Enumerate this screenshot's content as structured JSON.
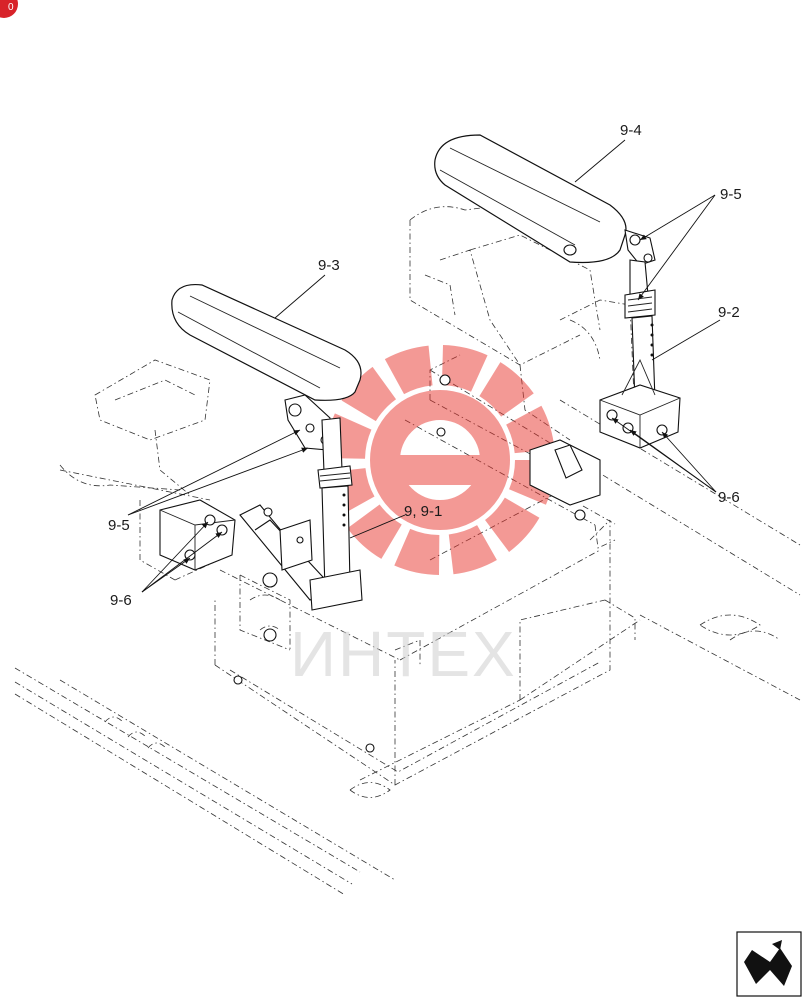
{
  "labels": {
    "l94": "9-4",
    "l95a": "9-5",
    "l93": "9-3",
    "l92": "9-2",
    "l95b": "9-5",
    "l991": "9, 9-1",
    "l96a": "9-6",
    "l96b": "9-6"
  },
  "watermark": {
    "text": "ИНТЕХ",
    "color": "#e8352e"
  },
  "badge": {
    "text": "0",
    "color": "#d8232a"
  },
  "nav": {
    "icon": "next-page-arrow-icon"
  }
}
